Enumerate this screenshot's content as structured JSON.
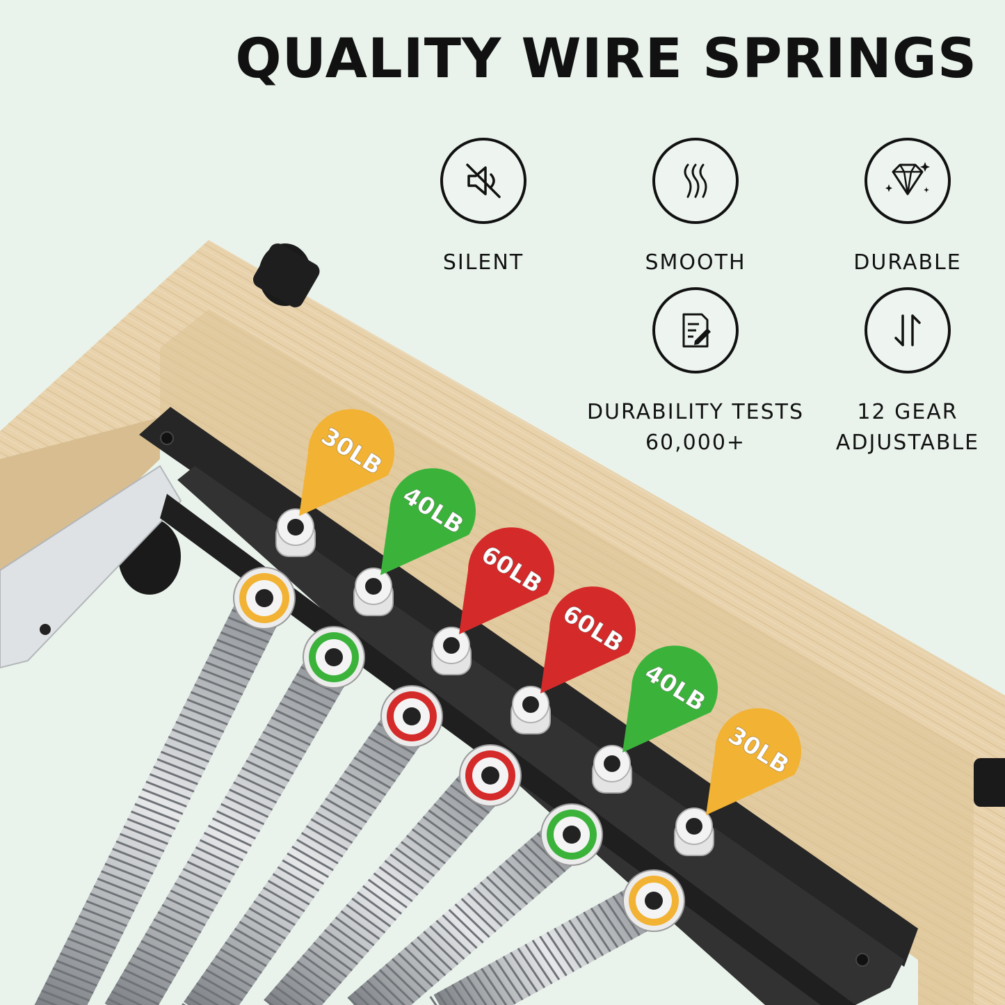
{
  "headline": "QUALITY WIRE SPRINGS",
  "features": [
    {
      "icon": "mute-speaker-icon",
      "label": "SILENT"
    },
    {
      "icon": "smooth-waves-icon",
      "label": "SMOOTH"
    },
    {
      "icon": "diamond-icon",
      "label": "DURABLE"
    },
    {
      "icon": "test-document-icon",
      "label_line1": "DURABILITY TESTS",
      "label_line2": "60,000+"
    },
    {
      "icon": "up-down-arrows-icon",
      "label_line1": "12 GEAR",
      "label_line2": "ADJUSTABLE"
    }
  ],
  "weights": [
    {
      "label": "30LB",
      "color": "#f2b233"
    },
    {
      "label": "40LB",
      "color": "#3bb33b"
    },
    {
      "label": "60LB",
      "color": "#d42a2a"
    },
    {
      "label": "60LB",
      "color": "#d42a2a"
    },
    {
      "label": "40LB",
      "color": "#3bb33b"
    },
    {
      "label": "30LB",
      "color": "#f2b233"
    }
  ],
  "colors": {
    "background": "#e9f3ec",
    "wood": "#e6cfa8",
    "rail": "#2b2b2b",
    "spring": "#b9bcbf"
  }
}
